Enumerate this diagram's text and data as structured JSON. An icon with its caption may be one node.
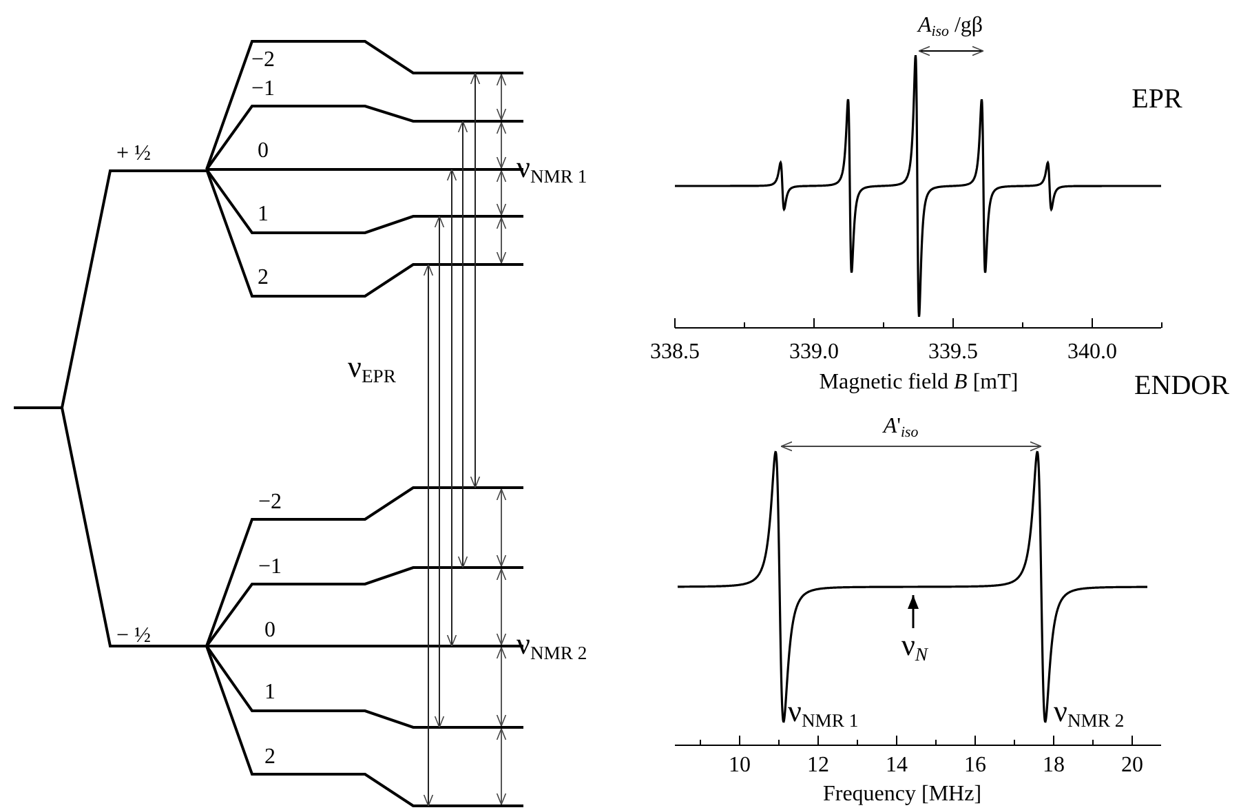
{
  "diagram": {
    "labels": [
      "+ ½",
      "−2",
      "−1",
      "0",
      "1",
      "2",
      "ν$_{NMR 1}$",
      "*A*$_{iso}$ /gβ",
      "EPR",
      "338.5",
      "339.0",
      "339.5",
      "340.0",
      "Magnetic field *B* [mT]",
      "ν$_{EPR}$",
      "− ½",
      "−2",
      "−1",
      "0",
      "1",
      "2",
      "ν$_{NMR 2}$",
      "*A*'$_{iso}$",
      "ENDOR",
      "ν$_{N}$",
      "ν$_{NMR 1}$",
      "ν$_{NMR 2}$",
      "10",
      "12",
      "14",
      "16",
      "18",
      "20",
      "Frequency [MHz]"
    ]
  }
}
